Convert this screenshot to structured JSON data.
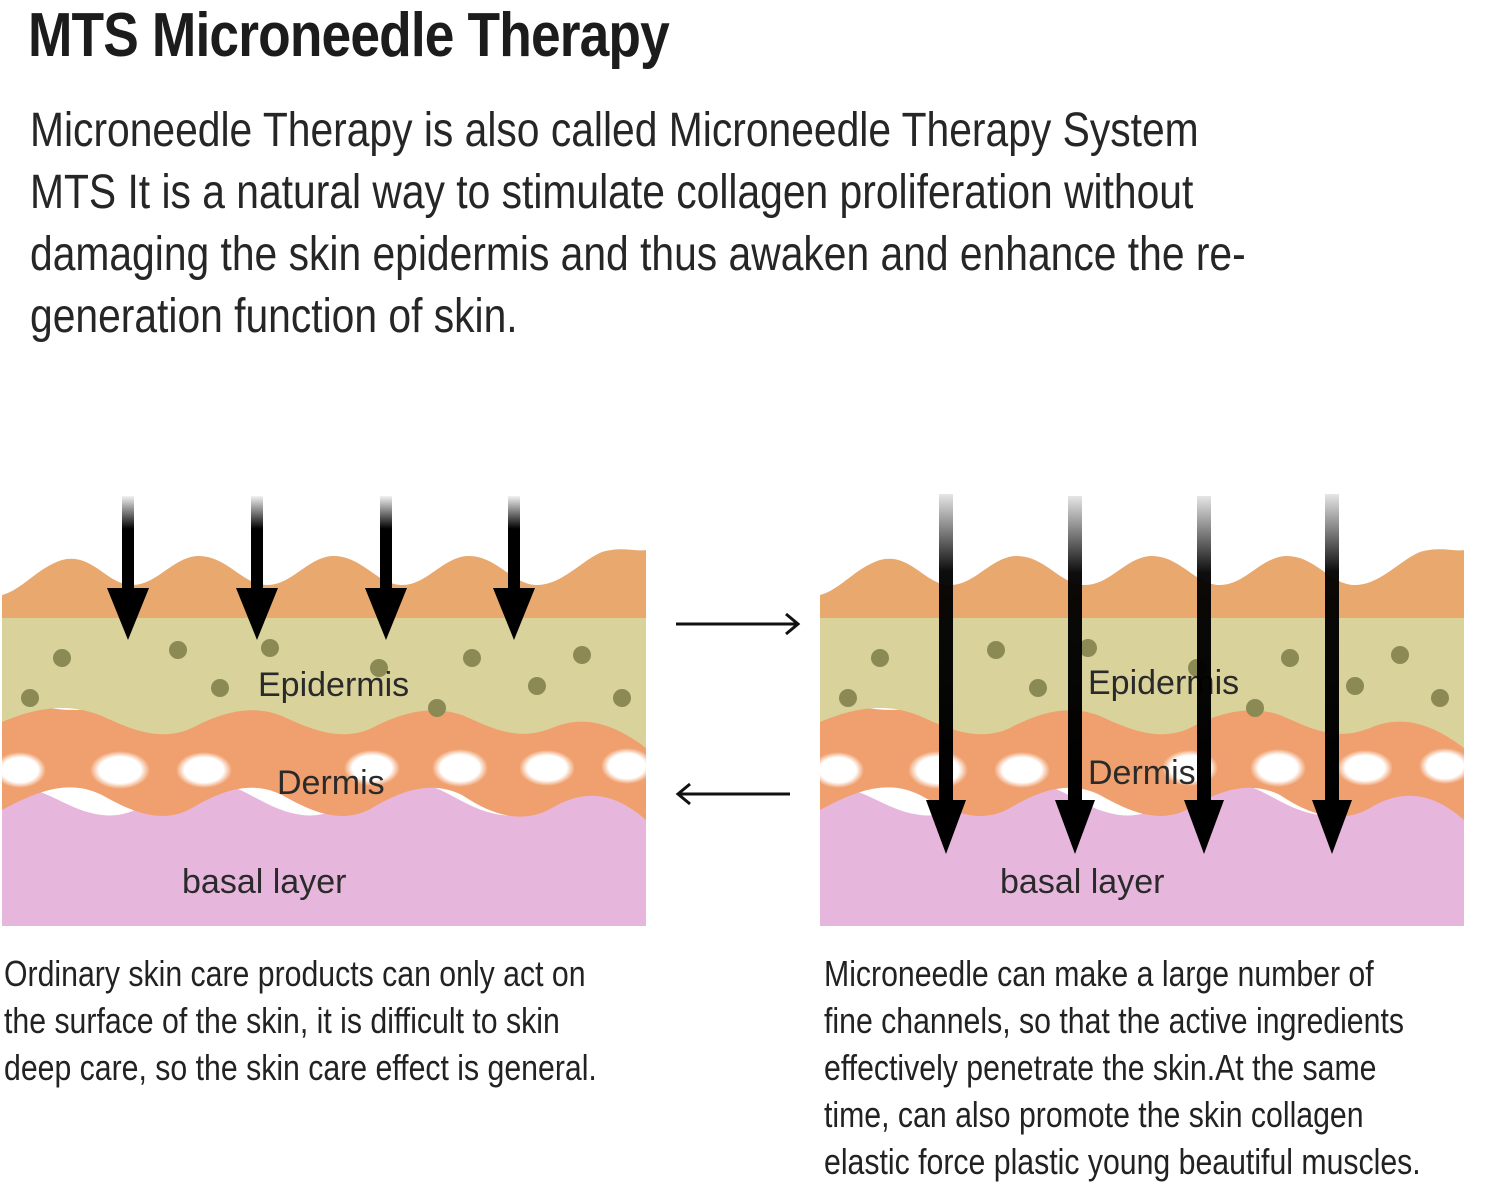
{
  "title": "MTS Microneedle Therapy",
  "intro_lines": [
    "Microneedle Therapy is also called Microneedle Therapy System",
    "MTS It is a natural way to stimulate collagen proliferation without",
    "damaging the skin epidermis and thus awaken and enhance the re-",
    "generation function of skin."
  ],
  "left_panel": {
    "labels": {
      "epidermis": "Epidermis",
      "dermis": "Dermis",
      "basal": "basal layer"
    },
    "caption_lines": [
      "Ordinary skin care products can only act on",
      "the surface of the skin, it is difficult to skin",
      "deep care, so the skin care effect is general."
    ]
  },
  "right_panel": {
    "labels": {
      "epidermis": "Epidermis",
      "dermis": "Dermis",
      "basal": "basal layer"
    },
    "caption_lines": [
      "Microneedle can make a large number of",
      "fine channels, so that the active ingredients",
      "effectively penetrate the skin.At the same",
      "time, can also promote the skin collagen",
      "elastic force plastic young beautiful muscles."
    ]
  },
  "colors": {
    "surface": "#e8a86e",
    "epidermis": "#d9d29a",
    "epidermis_dot": "#8b8a55",
    "dermis": "#f0a06e",
    "basal": "#e7b6dc",
    "arrow": "#000000"
  }
}
